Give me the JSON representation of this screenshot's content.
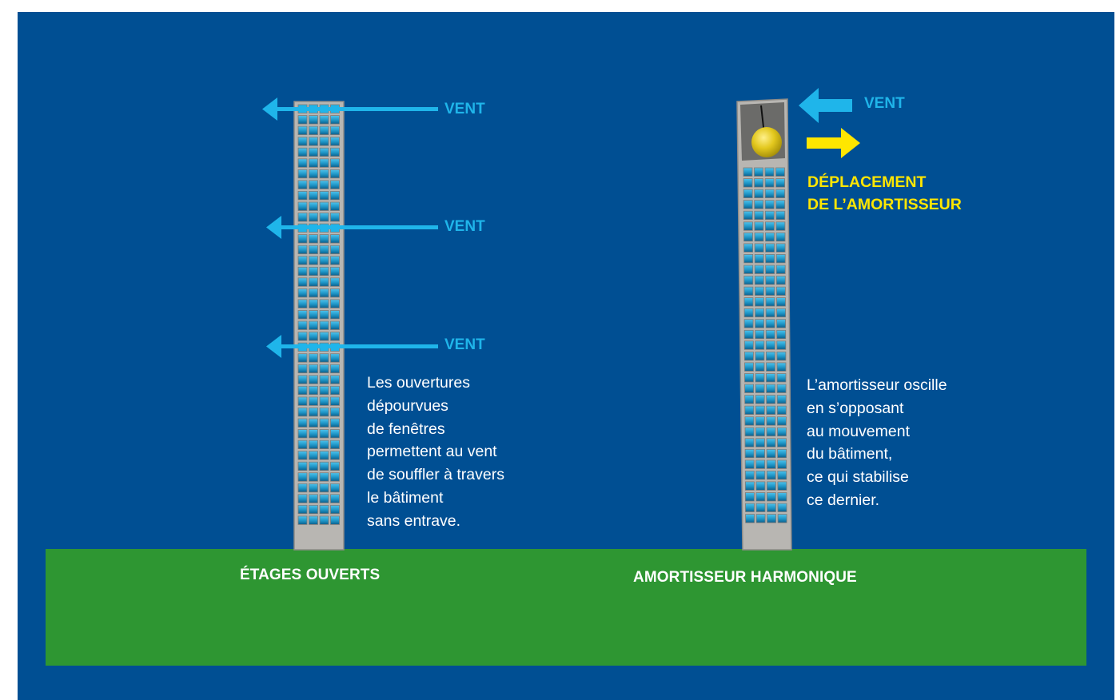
{
  "diagram": {
    "colors": {
      "background": "#004f93",
      "ground": "#2e9632",
      "wind": "#1fb5ea",
      "damper_motion": "#ffe600",
      "building": "#b8b6b2",
      "window": "#1f9fd0",
      "text": "#ffffff"
    },
    "left_panel": {
      "caption": "ÉTAGES OUVERTS",
      "wind_labels": [
        "VENT",
        "VENT",
        "VENT"
      ],
      "description_lines": [
        "Les ouvertures",
        "dépourvues",
        "de fenêtres",
        "permettent au vent",
        "de souffler à travers",
        "le bâtiment",
        "sans entrave."
      ],
      "icons": [
        "building-icon",
        "wind-arrow-left-icon"
      ]
    },
    "right_panel": {
      "caption": "AMORTISSEUR HARMONIQUE",
      "wind_label": "VENT",
      "damper_label_lines": [
        "DÉPLACEMENT",
        "DE L’AMORTISSEUR"
      ],
      "description_lines": [
        "L’amortisseur oscille",
        "en s’opposant",
        "au mouvement",
        "du bâtiment,",
        "ce qui stabilise",
        "ce dernier."
      ],
      "icons": [
        "building-icon",
        "pendulum-damper-icon",
        "wind-arrow-left-icon",
        "damper-arrow-right-icon"
      ]
    }
  }
}
